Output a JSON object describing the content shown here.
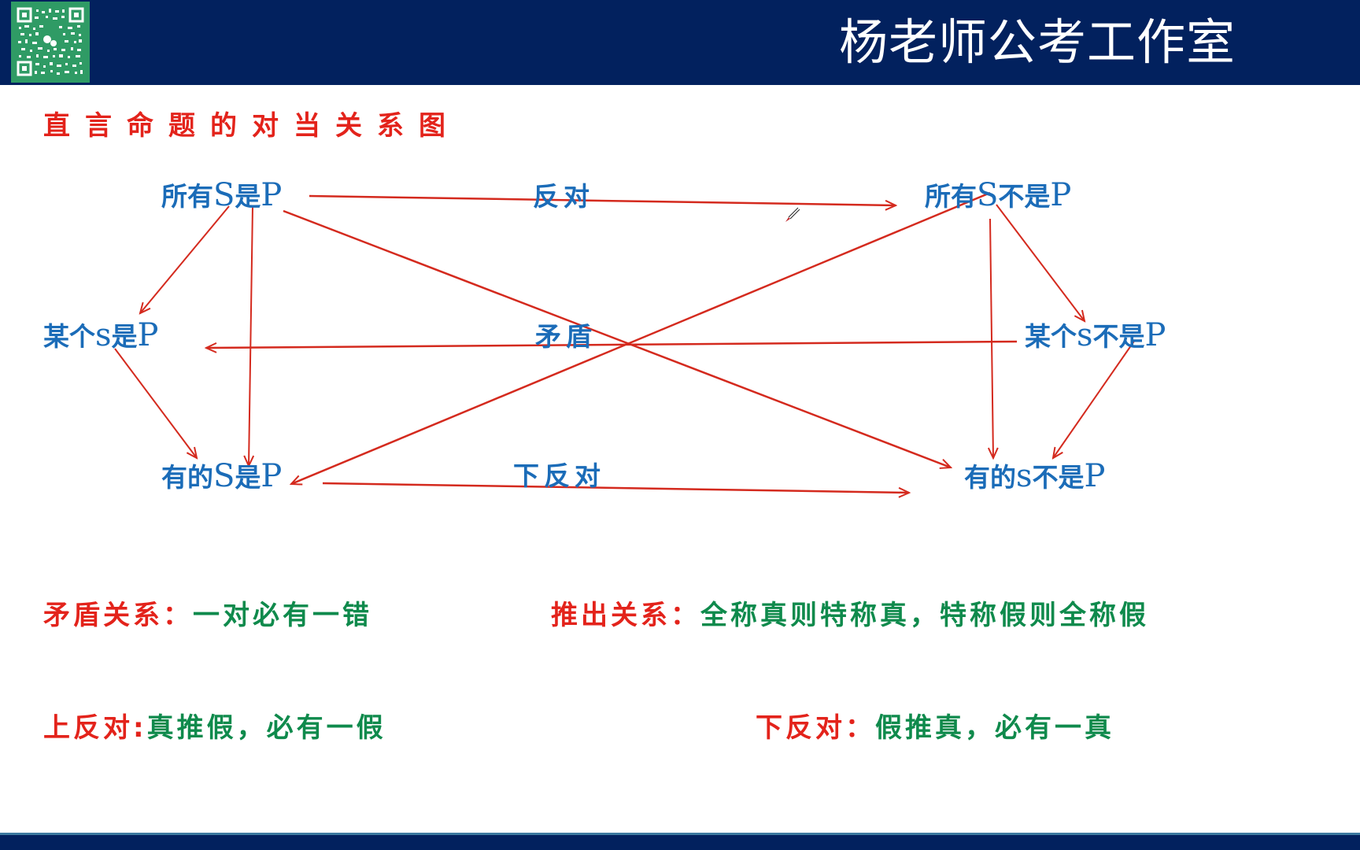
{
  "header": {
    "brand": "杨老师公考工作室",
    "qr_icon": "wechat-qr-code-icon",
    "background": "#02215e",
    "qr_background": "#2f9b65"
  },
  "title": "直言命题的对当关系图",
  "diagram": {
    "nodes": {
      "A": {
        "pre": "所有",
        "s": "S",
        "mid": "是",
        "p": "P"
      },
      "E": {
        "pre": "所有",
        "s": "S",
        "mid": "不是",
        "p": "P"
      },
      "singular_aff": {
        "pre": "某个",
        "s": "s",
        "mid": "是",
        "p": "P"
      },
      "singular_neg": {
        "pre": "某个",
        "s": "s",
        "mid": "不是",
        "p": "P"
      },
      "I": {
        "pre": "有的",
        "s": "S",
        "mid": "是",
        "p": "P"
      },
      "O": {
        "pre": "有的",
        "s": "s",
        "mid": "不是",
        "p": "P"
      }
    },
    "relations": {
      "contrary": "反对",
      "contradictory": "矛盾",
      "subcontrary": "下反对"
    },
    "colors": {
      "node_text": "#1b6cb8",
      "arrow": "#d42a1e"
    }
  },
  "rules": {
    "contradictory": {
      "label": "矛盾关系：",
      "text": "一对必有一错"
    },
    "implication": {
      "label": "推出关系：",
      "text": "全称真则特称真，特称假则全称假"
    },
    "contrary": {
      "label": "上反对:",
      "text": "真推假，必有一假"
    },
    "subcontrary": {
      "label": "下反对：",
      "text": "假推真，必有一真"
    }
  },
  "colors": {
    "title_red": "#e3231b",
    "rule_green": "#0f8a4c"
  }
}
